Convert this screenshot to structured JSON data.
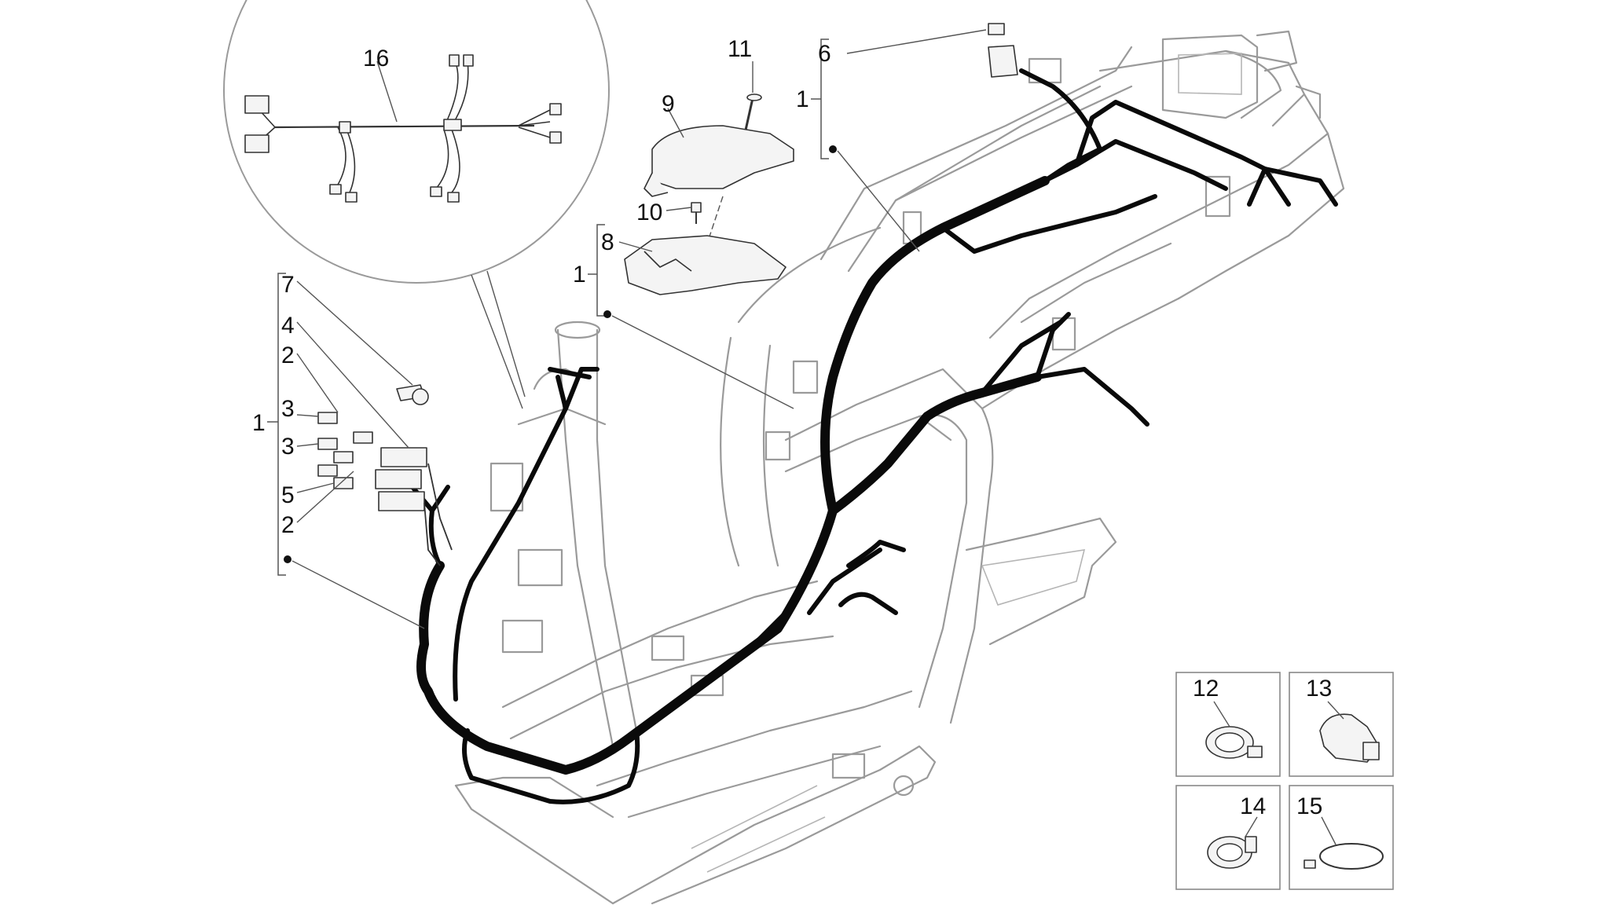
{
  "labels": {
    "l1a": "1",
    "l1b": "1",
    "l1c": "1",
    "l2a": "2",
    "l2b": "2",
    "l3a": "3",
    "l3b": "3",
    "l4": "4",
    "l5": "5",
    "l6": "6",
    "l7": "7",
    "l8": "8",
    "l9": "9",
    "l10": "10",
    "l11": "11",
    "l12": "12",
    "l13": "13",
    "l14": "14",
    "l15": "15",
    "l16": "16"
  }
}
